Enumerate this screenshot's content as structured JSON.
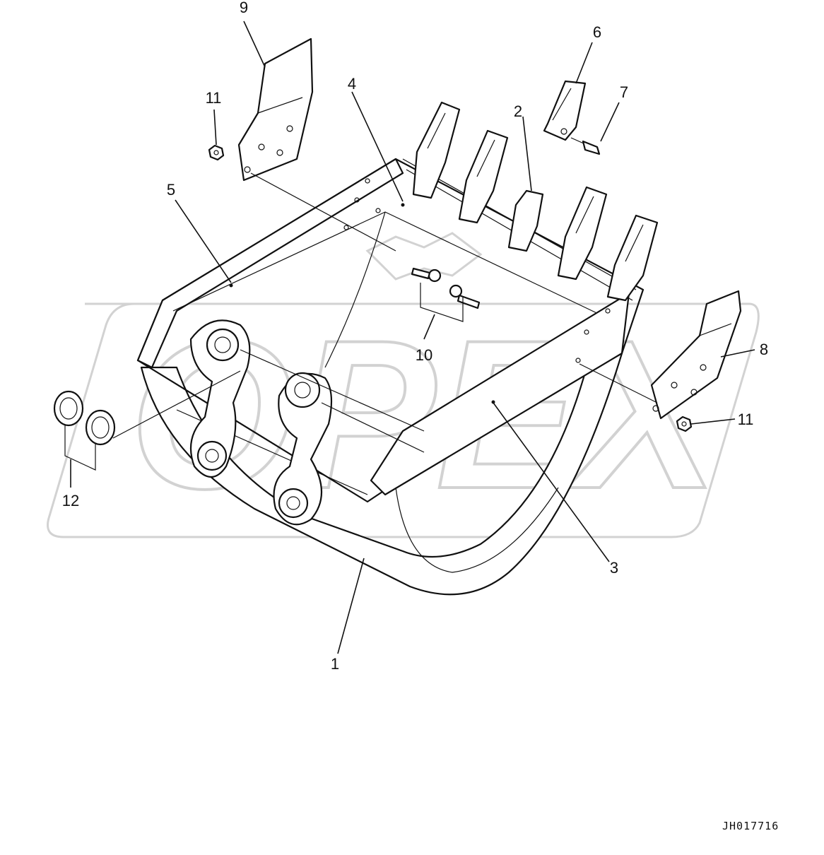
{
  "diagram": {
    "labels": [
      "1",
      "2",
      "3",
      "4",
      "5",
      "6",
      "7",
      "8",
      "9",
      "10",
      "11",
      "11",
      "12"
    ],
    "drawing_code": "JH017716",
    "watermark": "OPEX"
  }
}
